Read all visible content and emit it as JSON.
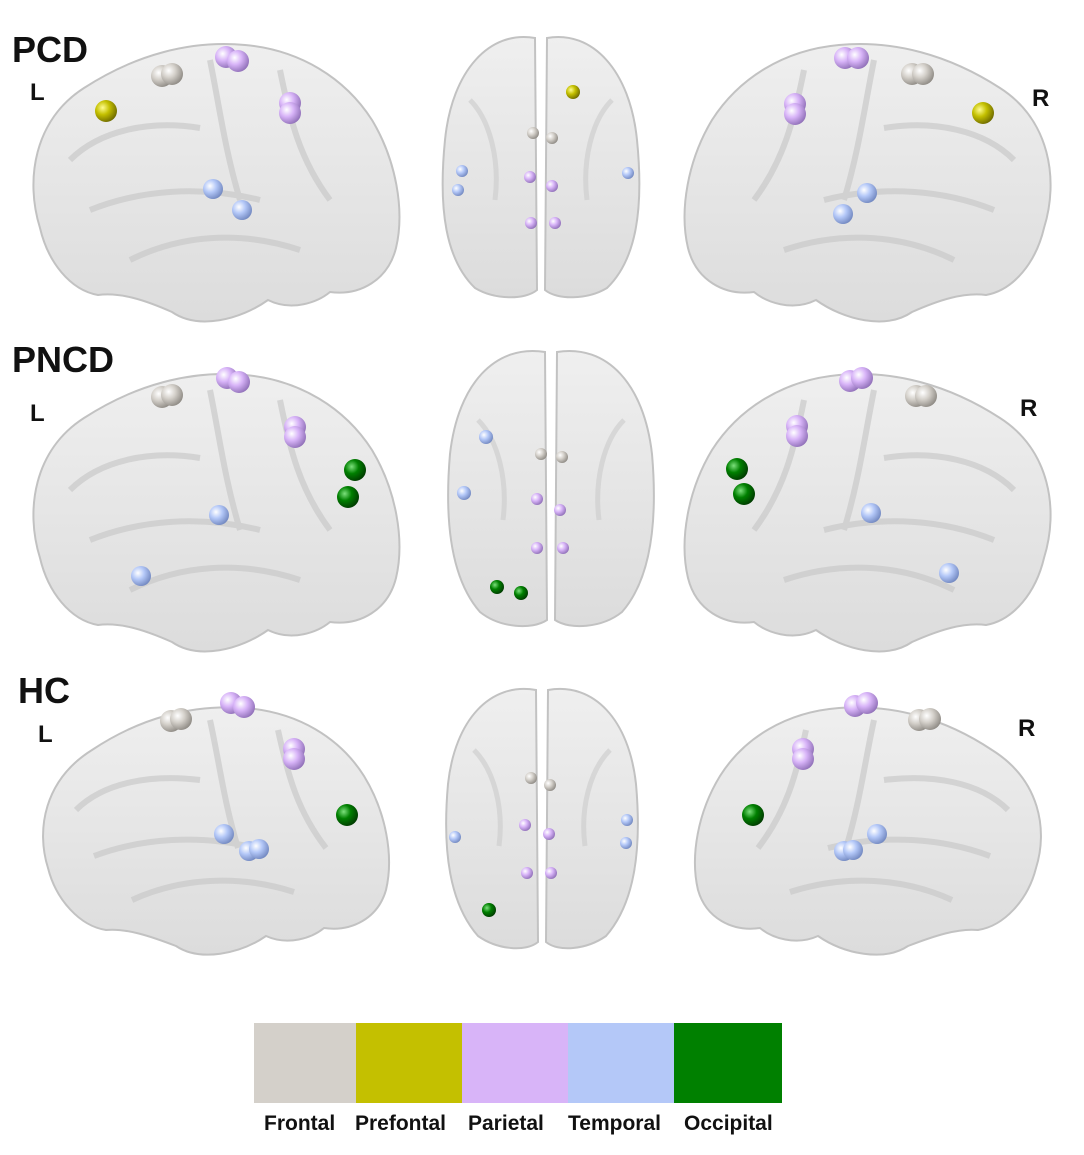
{
  "groups": [
    {
      "id": "pcd",
      "label": "PCD",
      "left_label": "L",
      "right_label": "R"
    },
    {
      "id": "pncd",
      "label": "PNCD",
      "left_label": "L",
      "right_label": "R"
    },
    {
      "id": "hc",
      "label": "HC",
      "left_label": "L",
      "right_label": "R"
    }
  ],
  "region_colors": {
    "frontal": "#d4d0ca",
    "prefrontal": "#c4c000",
    "parietal": "#d8b4f8",
    "temporal": "#b4c8f8",
    "occipital": "#008000"
  },
  "legend": [
    {
      "key": "frontal",
      "label": "Frontal"
    },
    {
      "key": "prefrontal",
      "label": "Prefontal"
    },
    {
      "key": "parietal",
      "label": "Parietal"
    },
    {
      "key": "temporal",
      "label": "Temporal"
    },
    {
      "key": "occipital",
      "label": "Occipital"
    }
  ],
  "nodes": {
    "pcd": {
      "frontal": 2,
      "prefrontal": 1,
      "parietal": 4,
      "temporal": 2,
      "occipital": 0
    },
    "pncd": {
      "frontal": 2,
      "prefrontal": 0,
      "parietal": 4,
      "temporal": 2,
      "occipital": 2
    },
    "hc": {
      "frontal": 2,
      "prefrontal": 0,
      "parietal": 4,
      "temporal": 3,
      "occipital": 1
    }
  }
}
